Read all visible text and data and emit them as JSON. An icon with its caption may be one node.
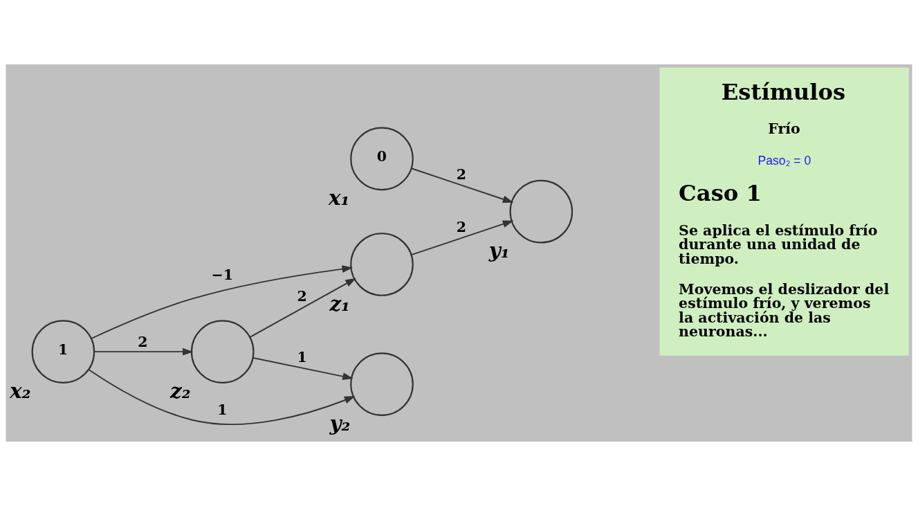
{
  "diagram": {
    "nodes": [
      {
        "text": [],
        "shape": "circle",
        "beside": [
          "y₁"
        ]
      },
      {
        "text": [
          "0"
        ],
        "beside": [
          "x₁"
        ]
      },
      {
        "text": [],
        "shape": "circle",
        "beside": [
          "z₁"
        ]
      },
      {
        "text": [],
        "shape": "circle",
        "beside": [
          "z₂"
        ]
      },
      {
        "text": [
          "1"
        ],
        "beside": [
          "x₂"
        ]
      },
      {
        "text": [],
        "shape": "circle",
        "beside": [
          "y₂"
        ]
      },
      {
        "text": [
          "Estímulos",
          "Frío",
          "Paso₂ = 0",
          "Caso 1",
          "Se aplica el estímulo frío durante una unidad de tiempo.",
          "Movemos el deslizador del estímulo frío, y veremos la activación de las neuronas..."
        ]
      }
    ],
    "edges": [
      {
        "from": 1,
        "to": 0,
        "arrow": "to",
        "label": "2"
      },
      {
        "from": 2,
        "to": 0,
        "arrow": "to",
        "label": "2"
      },
      {
        "from": 3,
        "to": 2,
        "arrow": "to",
        "label": "2"
      },
      {
        "from": 4,
        "to": 2,
        "arrow": "to",
        "label": "−1"
      },
      {
        "from": 4,
        "to": 3,
        "arrow": "to",
        "label": "2"
      },
      {
        "from": 3,
        "to": 5,
        "arrow": "to",
        "label": "1"
      },
      {
        "from": 4,
        "to": 5,
        "arrow": "to",
        "label": "1"
      }
    ]
  }
}
